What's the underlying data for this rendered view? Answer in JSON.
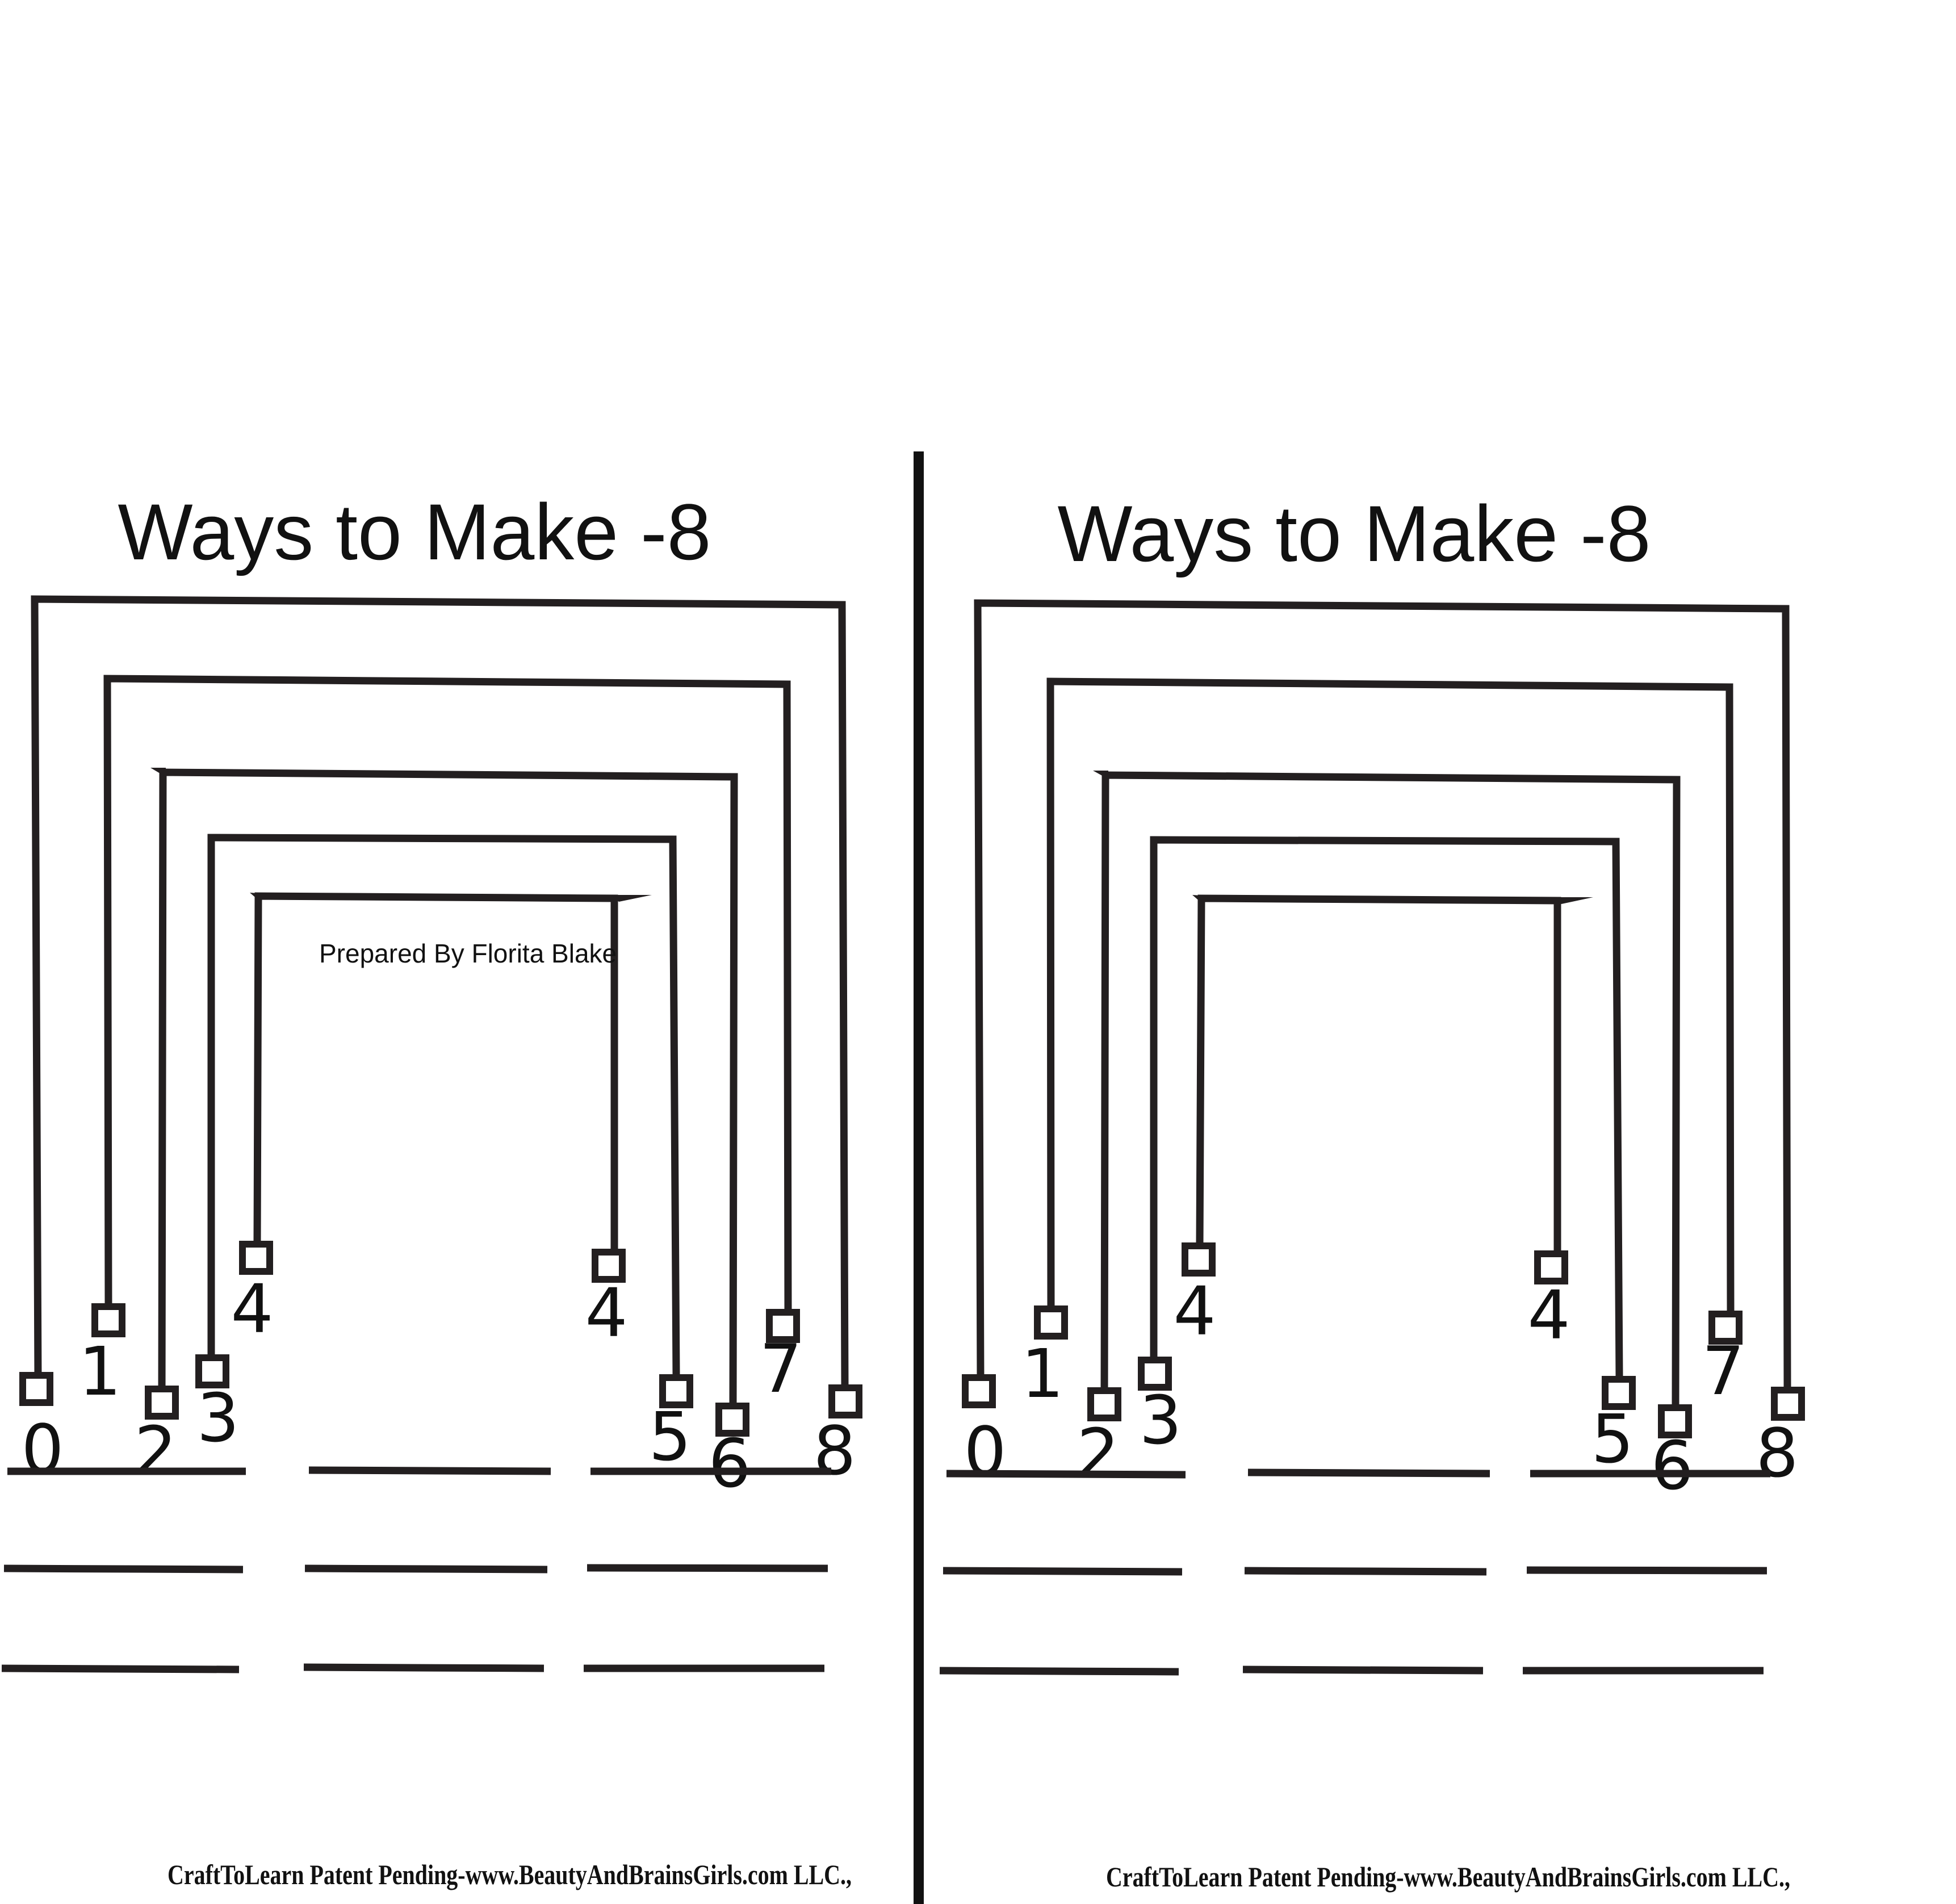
{
  "panels": [
    {
      "title": "Ways to Make -8",
      "credit": "Prepared By Florita Blake",
      "labels": [
        "0",
        "1",
        "2",
        "3",
        "4",
        "4",
        "5",
        "6",
        "7",
        "8"
      ],
      "footer": "CraftToLearn Patent Pending-www.BeautyAndBrainsGirls.com LLC.,",
      "answer_blank_rows": 3,
      "answer_blank_columns": 3
    },
    {
      "title": "Ways to Make -8",
      "credit": "",
      "labels": [
        "0",
        "1",
        "2",
        "3",
        "4",
        "4",
        "5",
        "6",
        "7",
        "8"
      ],
      "footer": "CraftToLearn Patent Pending-www.BeautyAndBrainsGirls.com LLC.,",
      "answer_blank_rows": 3,
      "answer_blank_columns": 3
    }
  ],
  "colors": {
    "ink": "#231f20",
    "paper": "#ffffff"
  }
}
